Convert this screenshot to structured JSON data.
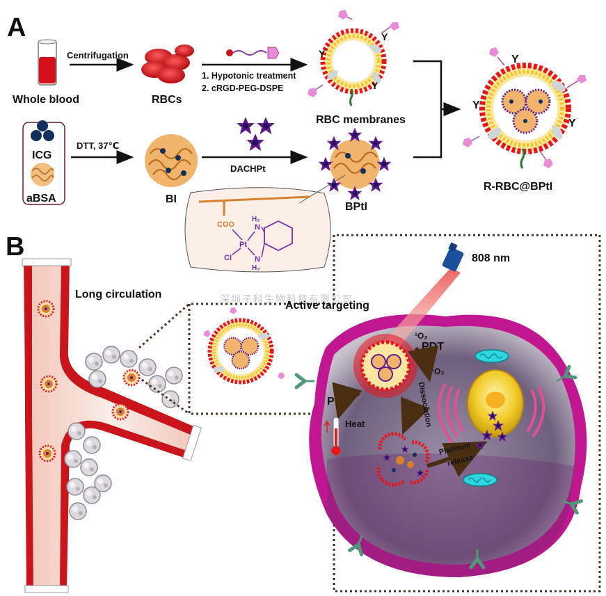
{
  "panels": {
    "a": "A",
    "b": "B"
  },
  "panel_a": {
    "whole_blood": "Whole blood",
    "centrifugation": "Centrifugation",
    "rbcs": "RBCs",
    "step1": "1. Hypotonic treatment",
    "step2": "2. cRGD-PEG-DSPE",
    "rbc_membranes": "RBC membranes",
    "icg": "ICG",
    "absa": "aBSA",
    "dtt": "DTT, 37℃",
    "bi": "BI",
    "dachpt": "DACHPt",
    "bpti": "BPtI",
    "product": "R-RBC@BPtI",
    "chem": {
      "coo": "COO",
      "pt": "Pt",
      "cl": "Cl",
      "h2_top": "H₂",
      "h2_bottom": "H₂",
      "n_top": "N",
      "n_bottom": "N"
    }
  },
  "panel_b": {
    "long_circulation": "Long circulation",
    "active_targeting": "Active targeting",
    "laser": "808 nm",
    "pdt": "PDT",
    "ptt": "PTT",
    "heat": "Heat",
    "singlet_o2_a": "¹O₂",
    "singlet_o2_b": "¹O₂",
    "dissociation": "Dissociation",
    "platinum_release_1": "Platinum",
    "platinum_release_2": "release",
    "watermark": "深圳子科生物科技有限公司"
  },
  "colors": {
    "blood_red": "#c8141a",
    "vessel_inner": "#f6d9cf",
    "membrane_red": "#e8151b",
    "membrane_yellow": "#f6c515",
    "cell_magenta": "#c0168f",
    "cell_interior": "#8a7a98",
    "pt_purple": "#5d1a8c",
    "absa_orange": "#d8802c",
    "icg_navy": "#11305e",
    "laser_blue": "#1c4f9c",
    "receptor_green": "#4e9a78",
    "pointer_dots": "#4a3020"
  },
  "icons": [
    "test-tube-icon",
    "rbc-cluster-icon",
    "lipid-peg-icon",
    "dachpt-star-icon",
    "rbc-membrane-vesicle-icon",
    "bpti-nanoparticle-icon",
    "r-rbc-bpti-icon",
    "laser-pointer-icon",
    "thermometer-icon",
    "tumor-cell-icon",
    "nucleus-icon",
    "mitochondria-icon",
    "receptor-icon"
  ]
}
